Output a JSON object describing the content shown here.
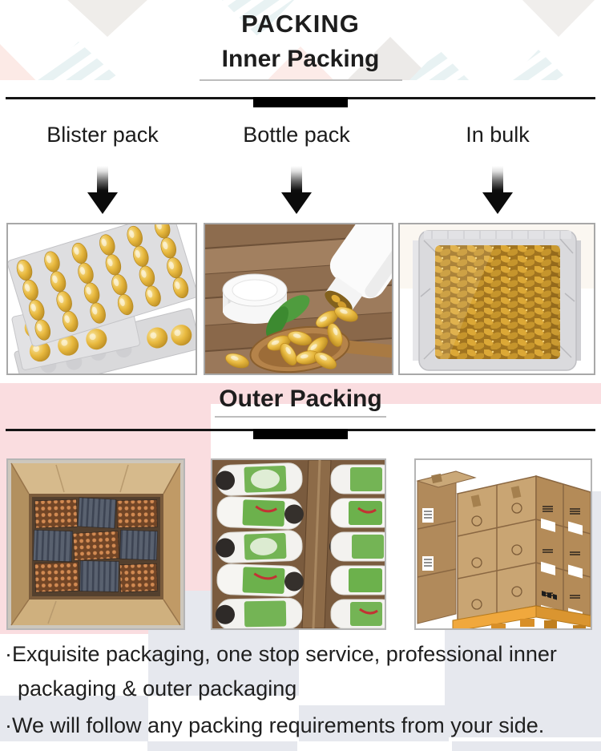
{
  "header": {
    "title": "PACKING",
    "subtitle": "Inner Packing"
  },
  "inner_packing": {
    "items": [
      {
        "label": "Blister pack",
        "image": "silver blister sheets with golden softgel capsules"
      },
      {
        "label": "Bottle pack",
        "image": "white bottle spilling golden softgels onto wooden spoon"
      },
      {
        "label": "In bulk",
        "image": "foil bulk bag filled with golden softgels"
      }
    ]
  },
  "outer_packing": {
    "title": "Outer Packing",
    "images": [
      {
        "image": "open carton box packed with blister strips"
      },
      {
        "image": "bottles with green labels stacked inside cartons"
      },
      {
        "image": "kraft cartons stacked on wooden pallet"
      }
    ]
  },
  "notes": {
    "line1": "·Exquisite packaging, one stop service, professional inner packaging & outer packaging",
    "line2": "·We will follow any packing requirements from your side."
  },
  "colors": {
    "accent_pink": "#fadde0",
    "accent_grey": "#e6e8ee",
    "divider_black": "#141414",
    "underline_grey": "#bdbdbd",
    "capsule_gold": "#e8b93f"
  }
}
